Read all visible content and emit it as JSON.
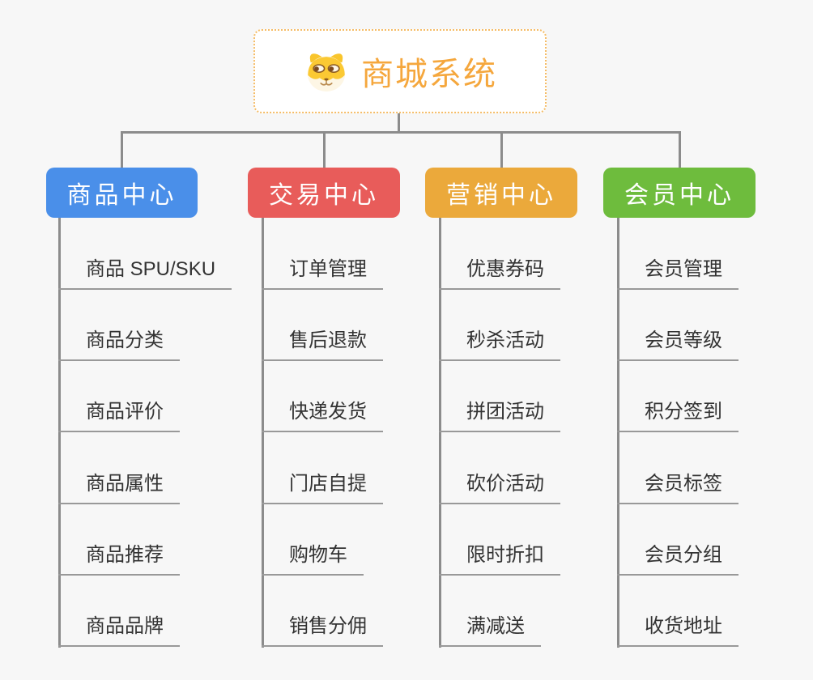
{
  "canvas": {
    "background": "#F7F7F7",
    "line_color": "#8C8C8C",
    "underline_color": "#999999",
    "leaf_text_color": "#333333"
  },
  "root": {
    "title": "商城系统",
    "icon": "dog-face-icon",
    "title_color": "#F5A73D",
    "border_color": "#F5BC66"
  },
  "branches": [
    {
      "label": "商品中心",
      "color": "#4A8FE9",
      "children": [
        "商品 SPU/SKU",
        "商品分类",
        "商品评价",
        "商品属性",
        "商品推荐",
        "商品品牌"
      ]
    },
    {
      "label": "交易中心",
      "color": "#E85C5A",
      "children": [
        "订单管理",
        "售后退款",
        "快递发货",
        "门店自提",
        "购物车",
        "销售分佣"
      ]
    },
    {
      "label": "营销中心",
      "color": "#EBA93B",
      "children": [
        "优惠券码",
        "秒杀活动",
        "拼团活动",
        "砍价活动",
        "限时折扣",
        "满减送"
      ]
    },
    {
      "label": "会员中心",
      "color": "#6EBC3D",
      "children": [
        "会员管理",
        "会员等级",
        "积分签到",
        "会员标签",
        "会员分组",
        "收货地址"
      ]
    }
  ]
}
